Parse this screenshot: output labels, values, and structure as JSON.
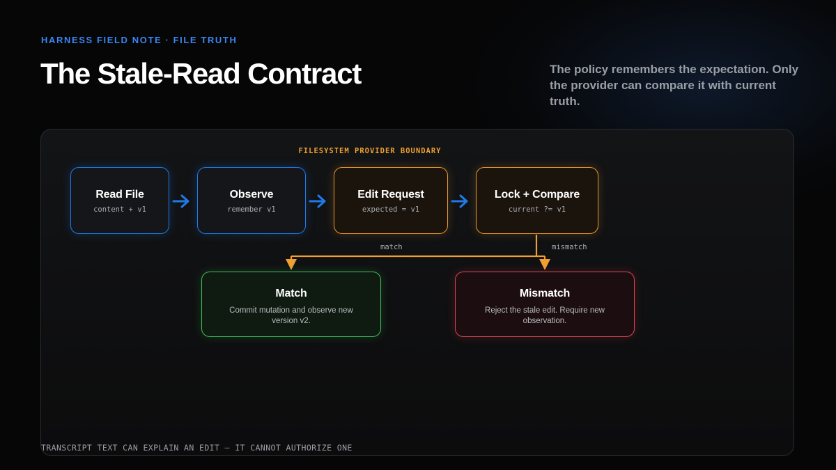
{
  "header": {
    "eyebrow": "HARNESS FIELD NOTE · FILE TRUTH",
    "title": "The Stale-Read Contract",
    "subtitle": "The policy remembers the expectation. Only the provider can compare it with current truth."
  },
  "diagram": {
    "boundary_label": "FILESYSTEM PROVIDER BOUNDARY",
    "steps": [
      {
        "title": "Read File",
        "detail": "content + v1",
        "color": "#1f7ae8"
      },
      {
        "title": "Observe",
        "detail": "remember v1",
        "color": "#1f7ae8"
      },
      {
        "title": "Edit Request",
        "detail": "expected = v1",
        "color": "#e8962c"
      },
      {
        "title": "Lock + Compare",
        "detail": "current ?= v1",
        "color": "#e8962c"
      }
    ],
    "branches": {
      "match_label": "match",
      "mismatch_label": "mismatch"
    },
    "outcomes": [
      {
        "title": "Match",
        "description": "Commit mutation and observe new version v2.",
        "color": "#3fbf55"
      },
      {
        "title": "Mismatch",
        "description": "Reject the stale edit. Require new observation.",
        "color": "#e04450"
      }
    ],
    "arrow_glyph": "➜",
    "flow_arrow_color": "#1f7ae8",
    "branch_color": "#f0a030"
  },
  "footer": {
    "note": "TRANSCRIPT TEXT CAN EXPLAIN AN EDIT — IT CANNOT AUTHORIZE ONE"
  }
}
